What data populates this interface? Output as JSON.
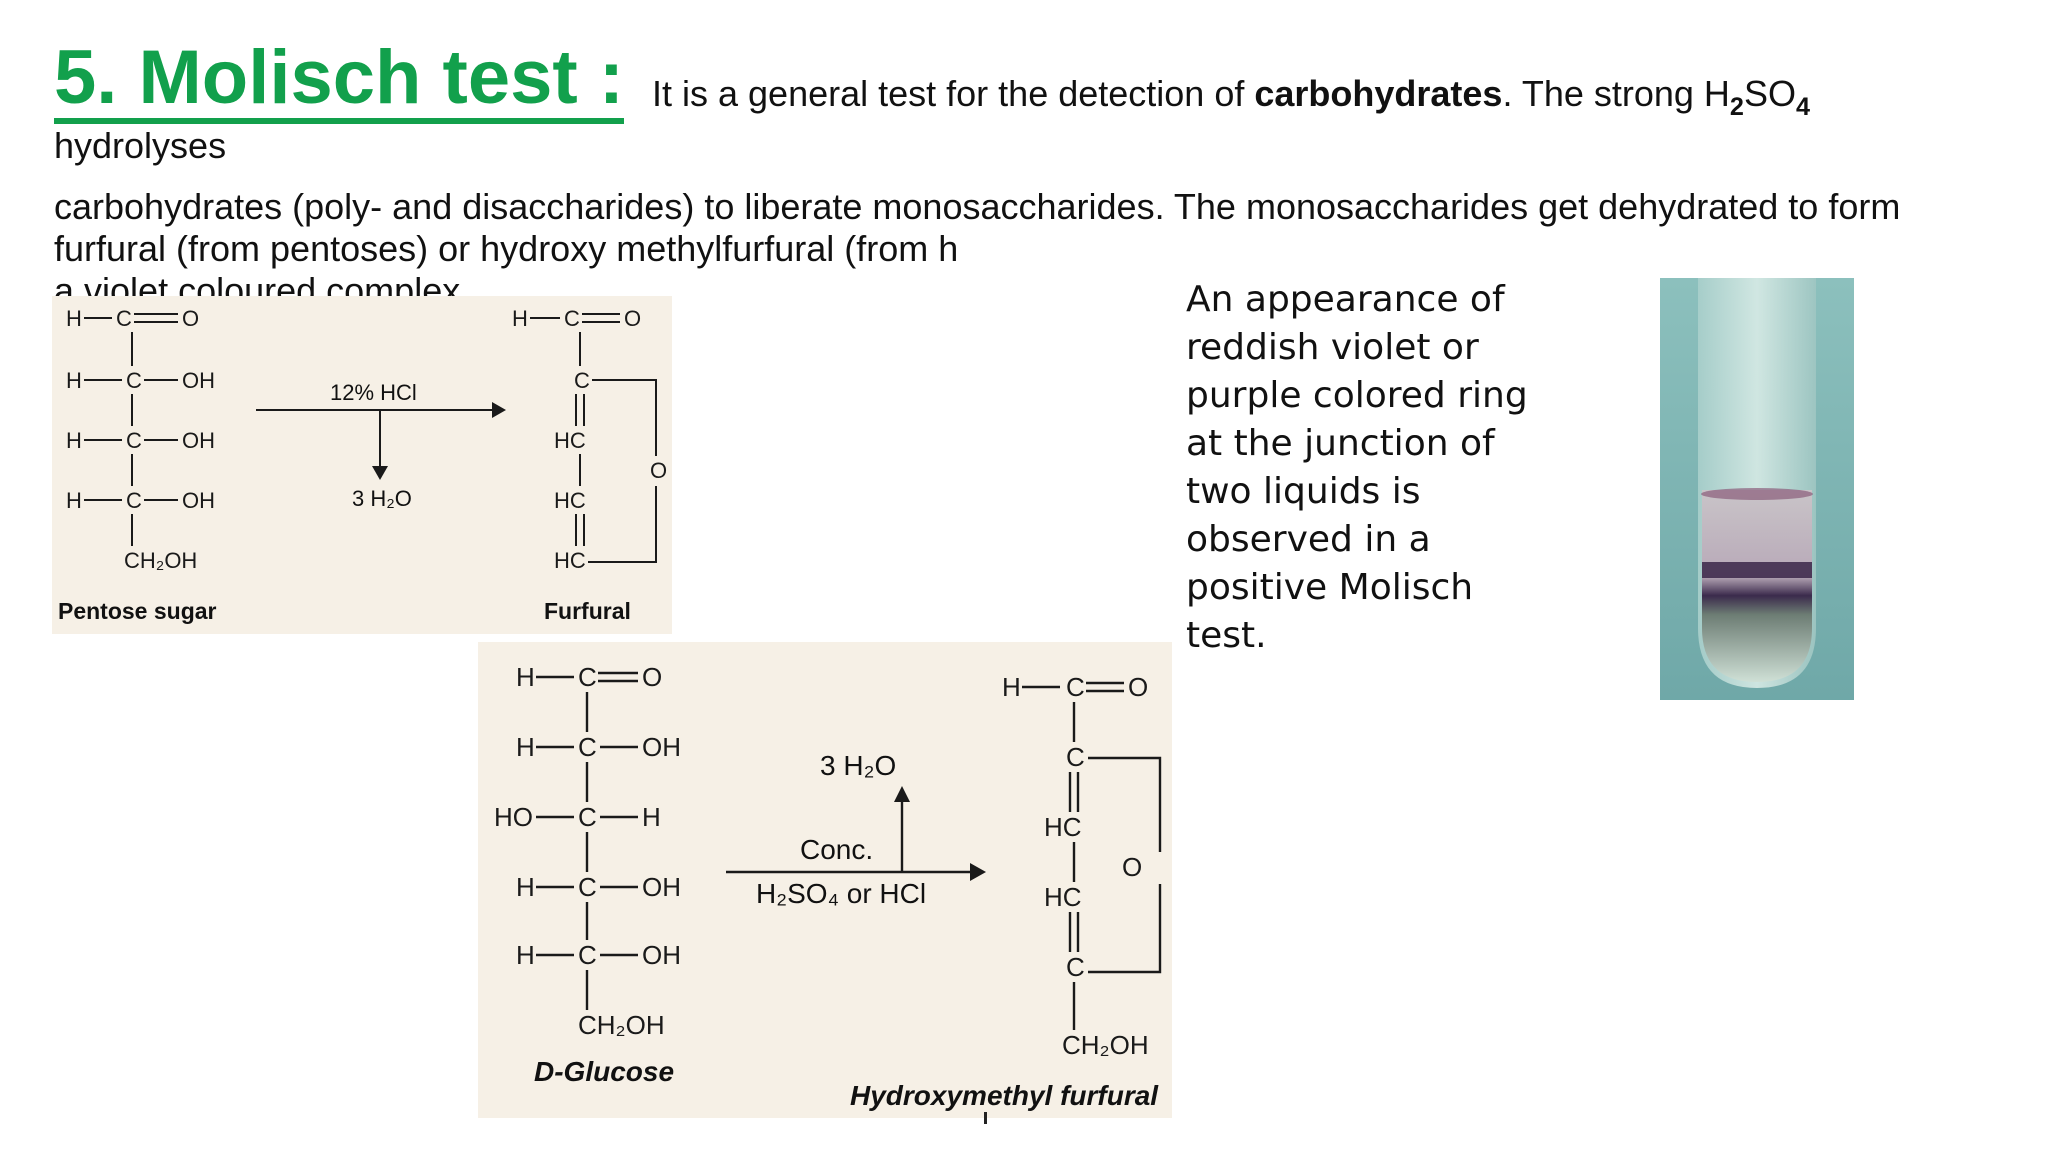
{
  "title": "5. Molisch test :",
  "intro": {
    "text_before": "It is a general test for the detection of ",
    "bold": "carbohydrates",
    "text_after": ". The strong H",
    "sub_2": "2",
    "so": "SO",
    "sub_4": "4"
  },
  "line2": "hydrolyses",
  "body_text": "carbohydrates (poly- and disaccharides) to liberate monosaccharides. The monosaccharides get dehydrated to form furfural (from pentoses) or hydroxy methylfurfural (from h",
  "body_text_line3": "a violet coloured complex",
  "pentose_scheme": {
    "reagent": "12% HCl",
    "byproduct": "3 H₂O",
    "reactant_label": "Pentose sugar",
    "product_label": "Furfural"
  },
  "glucose_scheme": {
    "byproduct": "3 H₂O",
    "reagent_line1": "Conc.",
    "reagent_line2": "H₂SO₄ or HCl",
    "reactant_label": "D-Glucose",
    "product_label": "Hydroxymethyl furfural"
  },
  "description": "An appearance of reddish violet or purple colored ring at the junction of two liquids is observed in a positive Molisch test.",
  "colors": {
    "title": "#12a04c",
    "panel": "#f6f0e6",
    "photo_bg": "#7fb6b4",
    "ring": "#5a3a6e"
  }
}
